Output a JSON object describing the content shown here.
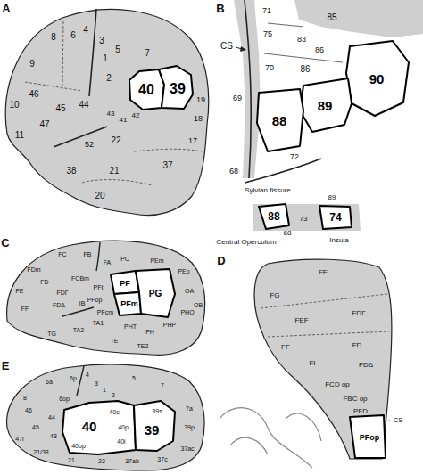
{
  "diagram": {
    "nodes": [
      {
        "text": [
          "40"
        ]
      },
      {
        "text": [
          "39"
        ]
      },
      {
        "text": [
          "90"
        ]
      },
      {
        "text": [
          "89"
        ]
      },
      {
        "text": [
          "88"
        ]
      },
      {
        "text": [
          "88"
        ]
      },
      {
        "text": [
          "74"
        ]
      },
      {
        "text": [
          "PF"
        ]
      },
      {
        "text": [
          "PFm"
        ]
      },
      {
        "text": [
          "PG"
        ]
      },
      {
        "text": [
          "PFop"
        ]
      },
      {
        "text": [
          "40"
        ]
      },
      {
        "text": [
          "39"
        ]
      }
    ],
    "labels": [
      "A",
      "8",
      "6",
      "4",
      "3",
      "5",
      "1",
      "7",
      "9",
      "2",
      "46",
      "10",
      "45",
      "44",
      "47",
      "11",
      "43",
      "41",
      "42",
      "52",
      "22",
      "38",
      "21",
      "20",
      "19",
      "18",
      "17",
      "37",
      "B",
      "71",
      "85",
      "75",
      "CS",
      "83",
      "86",
      "70",
      "86",
      "69",
      "68",
      "72",
      "Sylvian fissure",
      "89",
      "73",
      "68",
      "Central Operculum",
      "Insula",
      "C",
      "FC",
      "FB",
      "FA",
      "FDm",
      "FE",
      "FD",
      "FDΓ",
      "FCBm",
      "FF",
      "FDΔ",
      "IB",
      "PFt",
      "PFop",
      "PFcm",
      "TA2",
      "TA1",
      "TG",
      "TE",
      "PHT",
      "PH",
      "TE2",
      "PHP",
      "PHO",
      "OA",
      "OB",
      "PEm",
      "PEp",
      "PC",
      "D",
      "FE",
      "FG",
      "FEF",
      "FDΓ",
      "FF",
      "FD",
      "FDΔ",
      "FI",
      "FCD op",
      "FBC op",
      "PFD",
      "CS",
      "E",
      "8",
      "6a",
      "6p",
      "4",
      "3",
      "1",
      "2",
      "5",
      "7",
      "46",
      "44",
      "6op",
      "45",
      "43",
      "47l",
      "21/38",
      "40c",
      "40p",
      "40i",
      "40op",
      "39s",
      "7a",
      "39p",
      "21",
      "23",
      "37ab",
      "37c",
      "37ac"
    ]
  }
}
